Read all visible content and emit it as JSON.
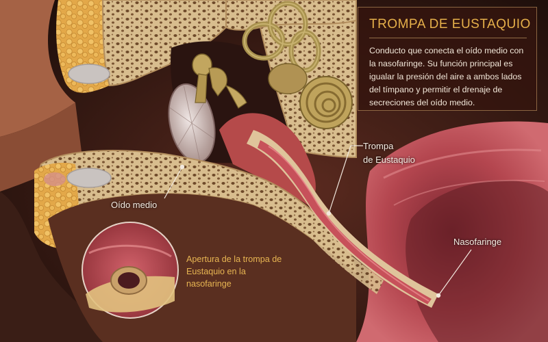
{
  "info_box": {
    "title": "TROMPA DE EUSTAQUIO",
    "body": "Conducto que conecta el oído medio con la nasofaringe. Su función principal es igualar la presión del aire a ambos lados del tímpano y permitir el drenaje de secreciones del oído medio."
  },
  "labels": {
    "oido_medio": "Oído medio",
    "trompa_line1": "Trompa",
    "trompa_line2": "de Eustaquio",
    "nasofaringe": "Nasofaringe",
    "apertura": "Apertura de la trompa de Eustaquio en la nasofaringe"
  },
  "colors": {
    "title_gold": "#e6b04a",
    "label_white": "#f4ece2",
    "tissue_pink": "#c7515a",
    "bone_tan": "#dcc093",
    "ossicle_gold": "#b39650"
  }
}
